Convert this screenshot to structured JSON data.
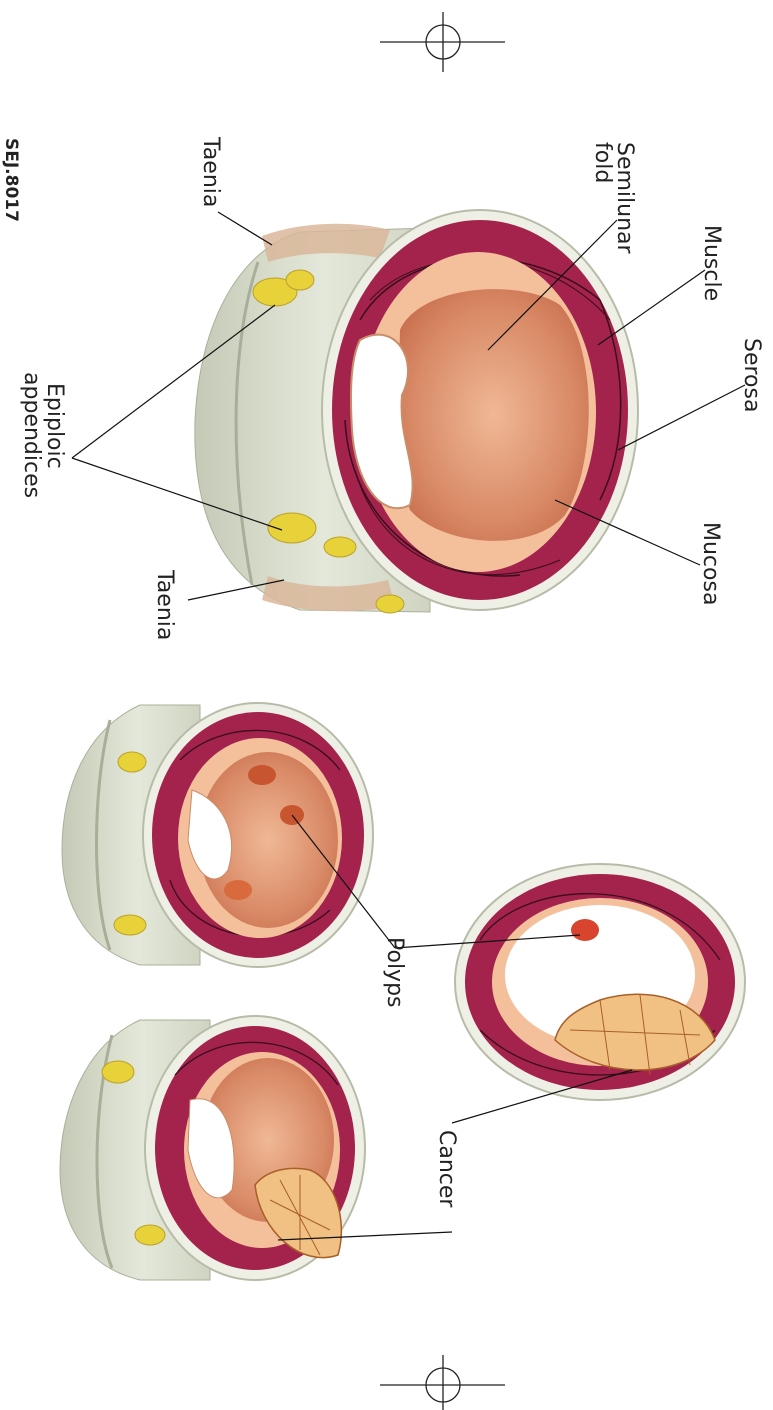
{
  "labels": {
    "muscle": "Muscle",
    "serosa": "Serosa",
    "semilunar_fold_1": "Semilunar",
    "semilunar_fold_2": "fold",
    "mucosa": "Mucosa",
    "taenia_top": "Taenia",
    "taenia_bottom": "Taenia",
    "epiploic_1": "Epiploic",
    "epiploic_2": "appendices",
    "polyps": "Polyps",
    "cancer": "Cancer",
    "edge_text": "SEJ.8017"
  },
  "colors": {
    "serosa": "#dde2d2",
    "serosa_shade": "#b9c0ad",
    "muscle": "#a3234d",
    "muscle_line": "#3b0d1c",
    "mucosa_inner": "#e8a27c",
    "mucosa_rim": "#f4c09c",
    "fat": "#e8d23a",
    "taenia": "#d9b79a",
    "cancer": "#f1c183",
    "polyp": "#c7552f"
  }
}
